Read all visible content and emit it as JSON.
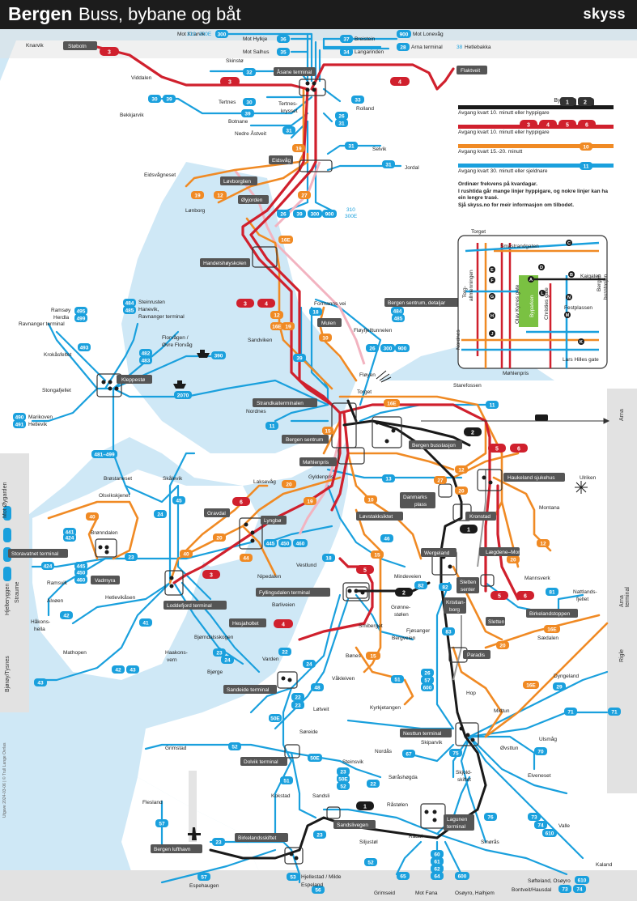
{
  "header": {
    "title": "Bergen",
    "subtitle": "Buss, bybane og båt",
    "brand": "skyss"
  },
  "colors": {
    "water": "#cfe8f6",
    "land": "#ffffff",
    "edge": "#d8d8d8",
    "bybane": "#1a1a1a",
    "red": "#d0202d",
    "orange": "#f08a24",
    "blue": "#1aa0dd",
    "pink": "#f2b3c0",
    "darkbg": "#1c1c1c",
    "grey": "#555555"
  },
  "legend": {
    "bybanen_label": "Bybanen",
    "bybanen_lines": [
      "1",
      "2"
    ],
    "rows": [
      {
        "text": "Avgang kvart 10. minutt eller hyppigare",
        "color": "#1a1a1a"
      },
      {
        "text": "Avgang kvart 10. minutt eller hyppigare",
        "color": "#d0202d",
        "badges": [
          "3",
          "4",
          "5",
          "6"
        ]
      },
      {
        "text": "Avgang kvart 15.-20. minutt",
        "color": "#f08a24",
        "badges": [
          "10"
        ]
      },
      {
        "text": "Avgang kvart 30. minutt eller sjeldnare",
        "color": "#1aa0dd",
        "badges": [
          "11"
        ]
      }
    ],
    "note": [
      "Ordinær frekvens på kvardagar.",
      "I rushtida går mange linjer hyppigare, og nokre linjer kan ha ein lengre trasé.",
      "Sjå skyss.no for meir informasjon om tilbodet."
    ]
  },
  "inset": {
    "labels": [
      "Torget",
      "Småstrandgaten",
      "Kaigaten",
      "Bergen busstasjon",
      "Festplassen",
      "Lars Hilles gate",
      "Møhlenpris",
      "Olav Kyrres gate",
      "Christies gate",
      "Byparken",
      "Torg-allmenningen",
      "Nordnes"
    ],
    "stops": [
      "A",
      "B",
      "C",
      "D",
      "E",
      "F",
      "G",
      "H",
      "J",
      "K",
      "L",
      "M",
      "N"
    ]
  },
  "edge_labels": {
    "left_top": "Mot Øygarden",
    "left_mid": "Hjelteryggen",
    "left_mid2": "Straume",
    "left_low": "Bjørøy/Tysnes",
    "right_top": "Arna",
    "right_mid": "Arna terminal",
    "right_low": "Rigle"
  },
  "credit": "Utgave 2024-03-06 | © Trull Lange Ovrlas",
  "terminals": [
    "Åsane terminal",
    "Eidsvåg",
    "Handelshøyskolen",
    "Kleppestø",
    "Bergen sentrum",
    "Møhlenpris",
    "Bergen busstasjon",
    "Haukeland sjukehus",
    "Danmarks plass",
    "Kronstad",
    "Løvstakksiktet",
    "Lyngbø",
    "Gravdal",
    "Wergeland",
    "Sletten senter",
    "Fyllingsdalen terminal",
    "Storavatnet terminal",
    "Loddefjord terminal",
    "Vadmyra",
    "Hesjaholtet",
    "Sandeide terminal",
    "Birkelandstoppen",
    "Paradis",
    "Nesttun terminal",
    "Dolvik terminal",
    "Lagunen terminal",
    "Sandslivegen",
    "Birkelandsskiftet",
    "Bergen lufthavn",
    "Sletten",
    "Kristian-borg",
    "Lægdene–Montana",
    "Nipedalen",
    "Strandkaiterminalen",
    "Flaktveit",
    "Støbotn",
    "Løvborgen",
    "Mulen"
  ],
  "places": [
    "Knarvik",
    "Viddalen",
    "Bekkjarvik",
    "Skinstø",
    "Tertnes",
    "Tertnes-krysset",
    "Botnane",
    "Nedre Åstveit",
    "Rolland",
    "Selvik",
    "Jordal",
    "Eidsvågneset",
    "Lønborg",
    "Øyjorden",
    "Formanns vei",
    "Fløyfjelltunnelen",
    "Fløyen",
    "Torget",
    "Starefossen",
    "Nordnes",
    "Sandviken",
    "Ramsøy",
    "Herdla",
    "Ravnanger terminal",
    "Steinrusten",
    "Hanevik, Ravnanger terminal",
    "Florvågen / Øvre Florvåg",
    "Krokåsfeltet",
    "Stongafjellet",
    "Marikoven",
    "Hetlevik",
    "Brøstaneset",
    "Skålevik",
    "Olsvikskjenet",
    "Brønndalen",
    "Laksevåg",
    "Gyldenpris",
    "Ulriken",
    "Montana",
    "Mannsverk",
    "Nattlands-fjellet",
    "Ramsvik",
    "Alvøen",
    "Håkons-hella",
    "Mathopen",
    "Hetlevikåsen",
    "Haakons-vern",
    "Bjørge",
    "Bjørndalsskogen",
    "Barliveien",
    "Vestlund",
    "Smiberget",
    "Mindeveien",
    "Grønne-stølen",
    "Fjøsanger",
    "Bergveien",
    "Bønes",
    "Våkleiven",
    "Sædalen",
    "Varden",
    "Løtveit",
    "Søreide",
    "Kyrkjetangen",
    "Hop",
    "Midtun",
    "Dyngeland",
    "Ulsmåg",
    "Øvsttun",
    "Elveneset",
    "Grimstad",
    "Steinsvik",
    "Nordås",
    "Søråshøgda",
    "Skiparvik",
    "Skjold-skiftet",
    "Kokstad",
    "Sandsli",
    "Råstølen",
    "Rådal",
    "Siljustøl",
    "Flesland",
    "Smørås",
    "Valle",
    "Kaland",
    "Espehaugen",
    "Hjellestad / Milde",
    "Espeland",
    "Grimseid",
    "Mot Fana",
    "Osøyro, Halhjem",
    "Søfteland, Osøyro",
    "Bontveit/Hausdal",
    "Kaigaten"
  ],
  "top_destinations": [
    {
      "label": "Mot Knarvik",
      "badges": [
        "310",
        "300E",
        "300"
      ]
    },
    {
      "label": "Mot Hylkje",
      "badges": [
        "36"
      ]
    },
    {
      "label": "Mot Salhus",
      "badges": [
        "35"
      ]
    },
    {
      "label": "Breistein",
      "badges": [
        "37"
      ]
    },
    {
      "label": "Langarinden",
      "badges": [
        "34"
      ]
    },
    {
      "label": "Mot Lonevåg",
      "badges": [
        "900"
      ]
    },
    {
      "label": "Arna terminal",
      "badges": [
        "28"
      ]
    },
    {
      "label": "Hetlebakka",
      "badges": [
        "38"
      ]
    }
  ],
  "bottom_destinations": [
    "Grimseid",
    "Mot Fana",
    "Osøyro, Halhjem",
    "Søfteland, Osøyro",
    "Bontveit/Hausdal"
  ]
}
